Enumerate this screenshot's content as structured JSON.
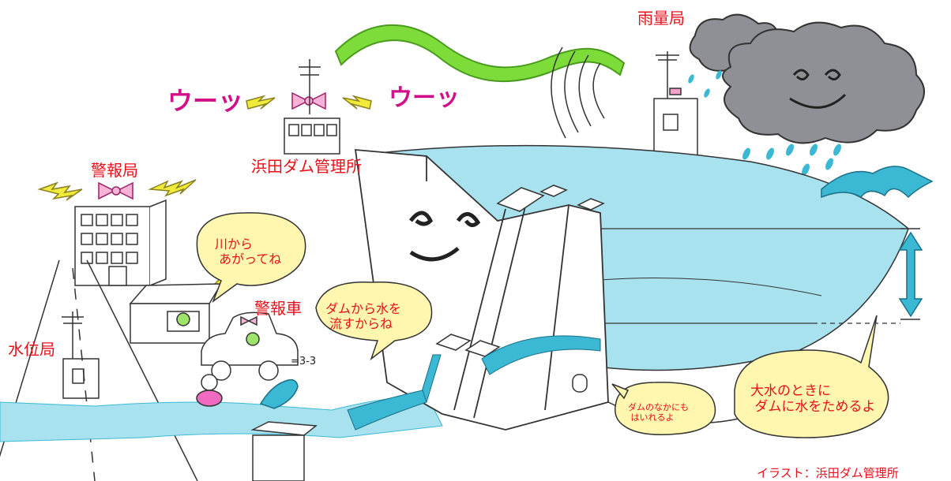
{
  "station_labels": {
    "rain_station": "雨量局",
    "alarm_station": "警報局",
    "dam_office": "浜田ダム管理所",
    "water_level_station": "水位局",
    "alarm_car": "警報車"
  },
  "siren_sound": {
    "left": "ウーッ",
    "right": "ウーッ"
  },
  "speech_bubbles": {
    "river_warning": "川から\n あがってね",
    "release_notice": "ダムから水を\n 流すからね",
    "inside_dam": "ダムのなかにも\n はいれるよ",
    "flood_storage": "大水のときに\n ダムに水をためるよ"
  },
  "car_sound": "=3-3",
  "credit": "イラスト：浜田ダム管理所",
  "colors": {
    "label_red": "#e8101a",
    "siren_magenta": "#d0108a",
    "water": "#a8e2ef",
    "water_dark": "#3bb9d4",
    "wave_green": "#7ddc3a",
    "cloud": "#8f9096",
    "bolt_yellow": "#f0ea3a",
    "bubble_yellow": "#fff7b0"
  }
}
